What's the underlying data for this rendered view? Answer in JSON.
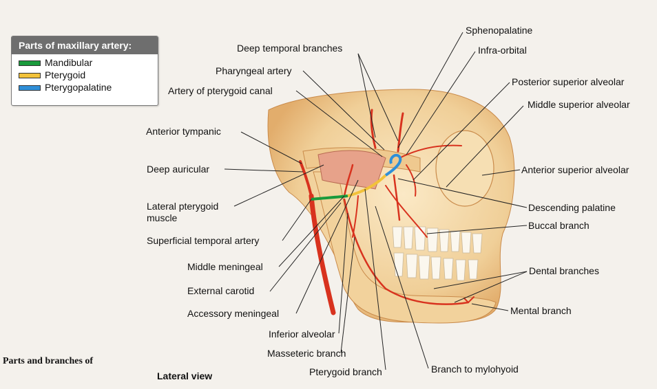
{
  "legend": {
    "title": "Parts of maxillary artery:",
    "items": [
      {
        "label": "Mandibular",
        "color": "#1a9a3c"
      },
      {
        "label": "Pterygoid",
        "color": "#f2c23a"
      },
      {
        "label": "Pterygopalatine",
        "color": "#2f8fd8"
      }
    ]
  },
  "labels": {
    "sphenopalatine": "Sphenopalatine",
    "deep_temporal": "Deep temporal branches",
    "infra_orbital": "Infra-orbital",
    "pharyngeal": "Pharyngeal artery",
    "posterior_superior_alveolar": "Posterior superior alveolar",
    "pterygoid_canal": "Artery of pterygoid canal",
    "middle_superior_alveolar": "Middle superior alveolar",
    "anterior_tympanic": "Anterior tympanic",
    "deep_auricular": "Deep auricular",
    "anterior_superior_alveolar": "Anterior superior alveolar",
    "lateral_pterygoid_1": "Lateral pterygoid",
    "lateral_pterygoid_2": "muscle",
    "descending_palatine": "Descending palatine",
    "buccal": "Buccal branch",
    "superficial_temporal": "Superficial temporal artery",
    "middle_meningeal": "Middle meningeal",
    "dental": "Dental branches",
    "external_carotid": "External carotid",
    "accessory_meningeal": "Accessory meningeal",
    "mental": "Mental branch",
    "inferior_alveolar": "Inferior alveolar",
    "masseteric": "Masseteric branch",
    "pterygoid_branch": "Pterygoid branch",
    "mylohyoid": "Branch to mylohyoid"
  },
  "caption": "Parts and branches of",
  "view": "Lateral view",
  "colors": {
    "bone": "#f3d9a8",
    "bone_shadow": "#e7b878",
    "artery": "#d8321e",
    "muscle": "#e7a28a",
    "tooth": "#fbf7ee"
  }
}
